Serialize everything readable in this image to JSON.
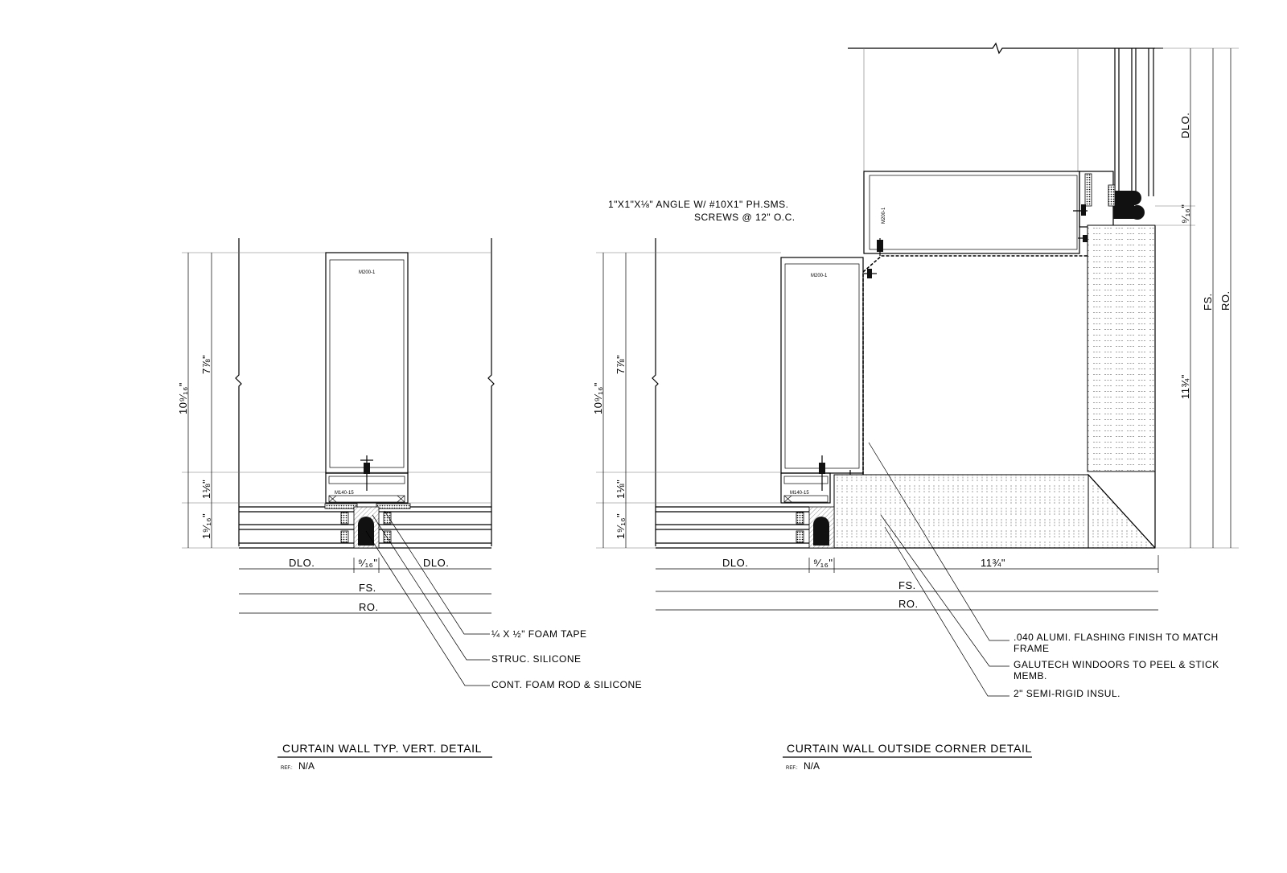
{
  "left_detail": {
    "title": "CURTAIN WALL TYP. VERT. DETAIL",
    "ref_label": "REF.:",
    "ref_value": "N/A",
    "mullion_tag": "M200-1",
    "sill_tag": "M140-15",
    "dims": {
      "overall_height": "10⁹⁄₁₆\"",
      "upper": "7⅞\"",
      "middle": "1⅛\"",
      "lower": "1⁹⁄₁₆\"",
      "mullion_width": "⁹⁄₁₆\"",
      "dlo_left": "DLO.",
      "dlo_right": "DLO.",
      "fs": "FS.",
      "ro": "RO."
    },
    "callouts": [
      "¼ X ½\" FOAM TAPE",
      "STRUC. SILICONE",
      "CONT. FOAM ROD & SILICONE"
    ]
  },
  "right_detail": {
    "title": "CURTAIN WALL OUTSIDE CORNER DETAIL",
    "ref_label": "REF.:",
    "ref_value": "N/A",
    "mullion_tag": "M200-1",
    "mullion_tag_2": "M200-1",
    "sill_tag": "M140-15",
    "angle_note_line1": "1\"X1\"X⅛\" ANGLE W/ #10X1\" PH.SMS.",
    "angle_note_line2": "SCREWS @ 12\" O.C.",
    "dims": {
      "overall_height": "10⁹⁄₁₆\"",
      "upper": "7⅞\"",
      "middle": "1⅛\"",
      "lower": "1⁹⁄₁₆\"",
      "mullion_width": "⁹⁄₁₆\"",
      "corner_width": "11¾\"",
      "dlo": "DLO.",
      "fs": "FS.",
      "ro": "RO.",
      "vert_dlo": "DLO.",
      "vert_gap": "⁹⁄₁₆\"",
      "vert_corner": "11¾\"",
      "vert_fs": "FS.",
      "vert_ro": "RO."
    },
    "callouts": {
      "flashing_line1": ".040 ALUMI. FLASHING FINISH TO MATCH",
      "flashing_line2": "FRAME",
      "membrane_line1": "GALUTECH WINDOORS TO PEEL & STICK",
      "membrane_line2": "MEMB.",
      "insulation": "2\" SEMI-RIGID INSUL."
    }
  }
}
